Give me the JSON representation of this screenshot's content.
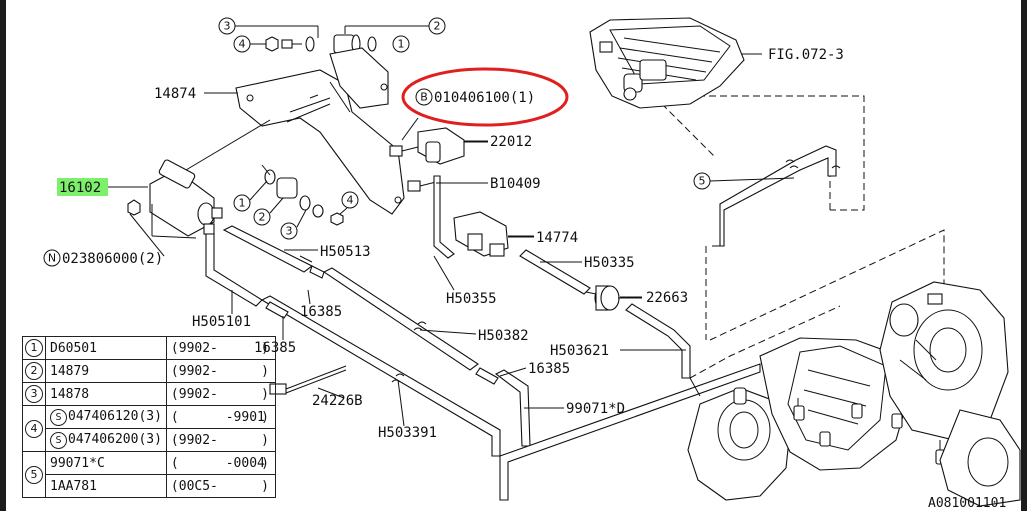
{
  "callouts": {
    "c1": "14874",
    "c2": "16102",
    "c3": "023806000(2)",
    "c3_symbol": "N",
    "c4": "010406100(1)",
    "c4_symbol": "B",
    "c5": "22012",
    "c6": "B10409",
    "c7": "14774",
    "c8": "H50513",
    "c9": "H50335",
    "c10": "H50355",
    "c11": "22663",
    "c12": "H505101",
    "c13": "16385",
    "c14": "16385",
    "c15": "H50382",
    "c16": "H503621",
    "c17": "16385",
    "c18": "24226B",
    "c19": "99071*D",
    "c20": "H503391",
    "c21": "FIG.072-3",
    "c22": "A081001101"
  },
  "ref_numbers": {
    "r1": "1",
    "r2": "2",
    "r3": "3",
    "r4": "4",
    "r5": "5"
  },
  "table": {
    "rows": [
      {
        "ref": "1",
        "symbol": "",
        "part": "D60501",
        "range": "(9902-",
        "close": ")"
      },
      {
        "ref": "2",
        "symbol": "",
        "part": "14879",
        "range": "(9902-",
        "close": ")"
      },
      {
        "ref": "3",
        "symbol": "",
        "part": "14878",
        "range": "(9902-",
        "close": ")"
      },
      {
        "ref": "4",
        "symbol": "S",
        "part": "047406120(3)",
        "range": "(      -9901",
        "close": ")"
      },
      {
        "ref": "",
        "symbol": "S",
        "part": "047406200(3)",
        "range": "(9902-",
        "close": ")"
      },
      {
        "ref": "5",
        "symbol": "",
        "part": "99071*C",
        "range": "(      -0004",
        "close": ")"
      },
      {
        "ref": "",
        "symbol": "",
        "part": "1AA781",
        "range": "(00C5-",
        "close": ")"
      }
    ]
  },
  "colors": {
    "highlight": "#7cf06a",
    "circle": "#e0201f",
    "ink": "#111111"
  }
}
